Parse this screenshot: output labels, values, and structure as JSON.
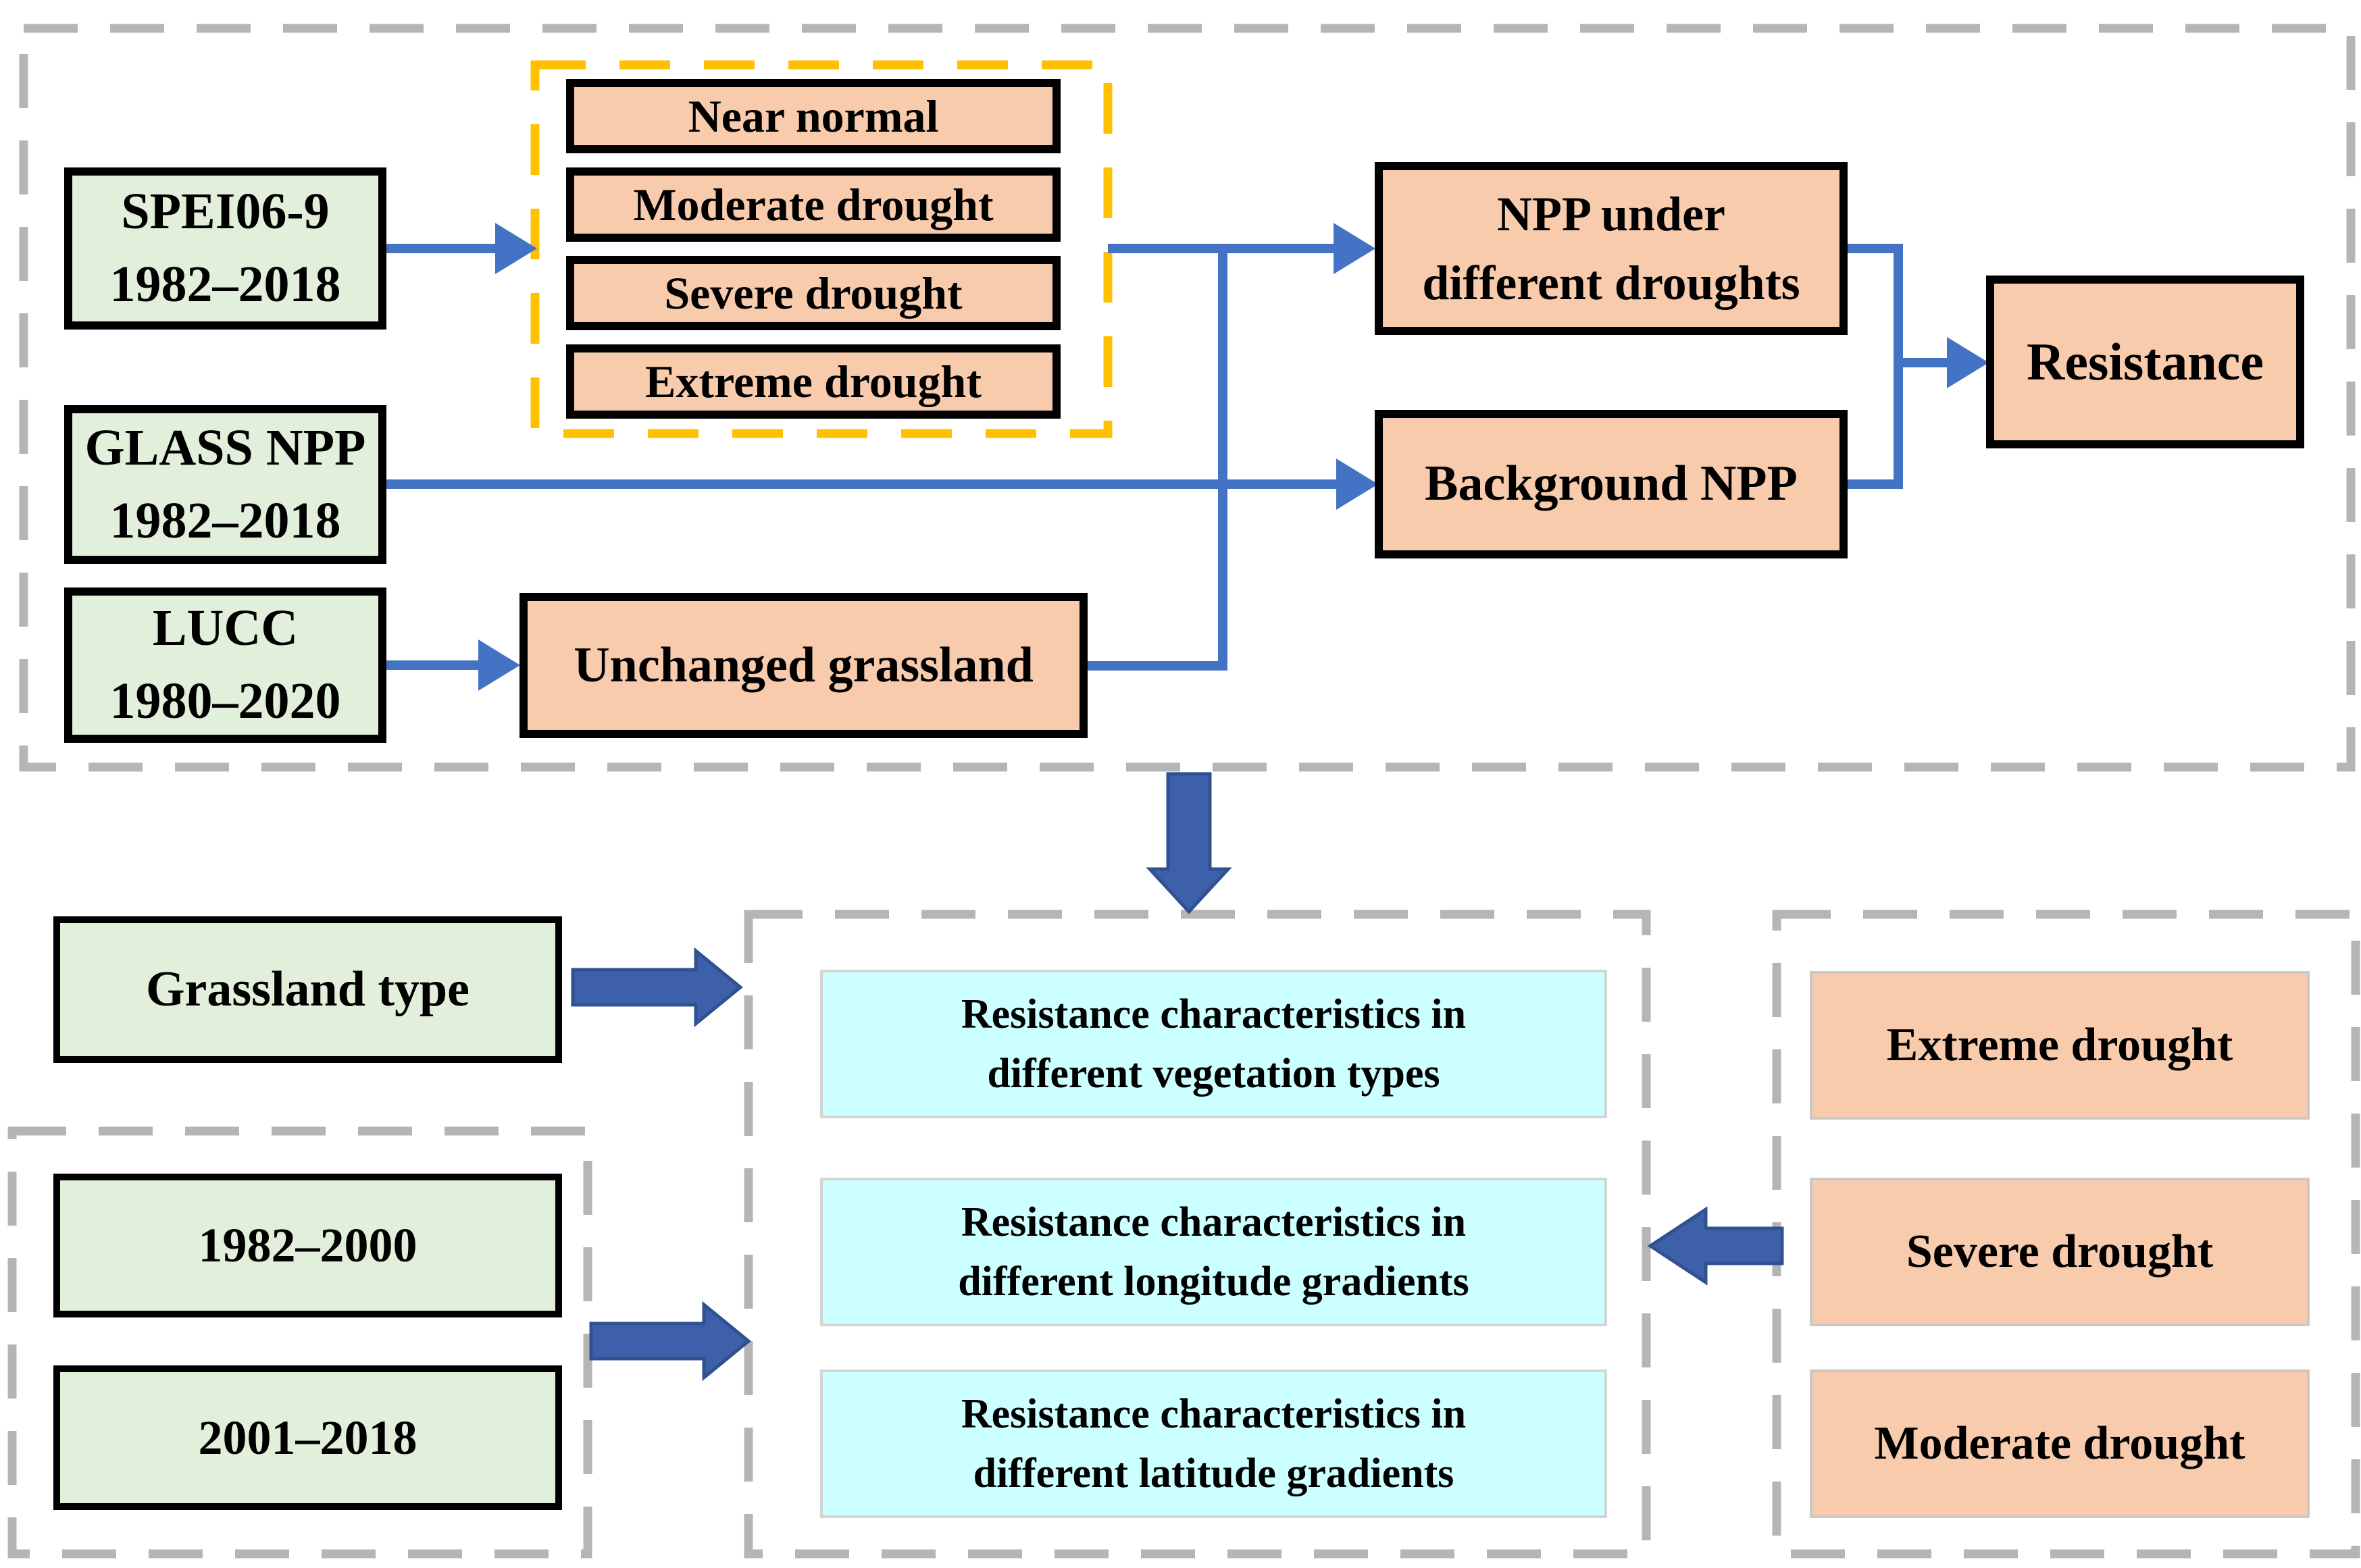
{
  "colors": {
    "green_fill": "#e2efda",
    "orange_fill": "#f8cbad",
    "cyan_fill": "#ccffff",
    "connector_blue": "#4472c4",
    "block_arrow_fill": "#3e5fa9",
    "block_arrow_edge": "#2f528f",
    "container_dash_gray": "#b5b5b5",
    "drought_group_dash_yellow": "#ffc000",
    "box_border_black": "#000000",
    "cyan_border": "#d4d4d4",
    "soft_border": "#c9c9c9"
  },
  "top": {
    "spei": {
      "line1": "SPEI06-9",
      "line2": "1982–2018"
    },
    "glass": {
      "line1": "GLASS NPP",
      "line2": "1982–2018"
    },
    "lucc": {
      "line1": "LUCC",
      "line2": "1980–2020"
    },
    "droughts": {
      "near": "Near normal",
      "moderate": "Moderate drought",
      "severe": "Severe drought",
      "extreme": "Extreme drought"
    },
    "npp_under": {
      "line1": "NPP under",
      "line2": "different droughts"
    },
    "background_npp": "Background NPP",
    "unchanged_grassland": "Unchanged grassland",
    "resistance": "Resistance"
  },
  "bottom": {
    "grassland_type": "Grassland type",
    "period1": "1982–2000",
    "period2": "2001–2018",
    "analysis1": {
      "line1": "Resistance characteristics in",
      "line2": "different vegetation types"
    },
    "analysis2": {
      "line1": "Resistance characteristics in",
      "line2": "different longitude gradients"
    },
    "analysis3": {
      "line1": "Resistance characteristics in",
      "line2": "different latitude gradients"
    },
    "drought1": "Extreme drought",
    "drought2": "Severe drought",
    "drought3": "Moderate drought"
  }
}
